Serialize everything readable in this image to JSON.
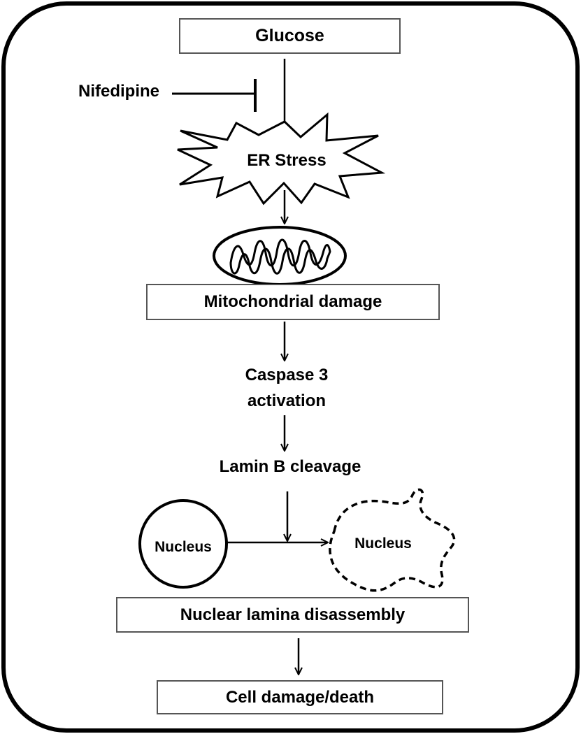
{
  "nodes": {
    "glucose": "Glucose",
    "nifedipine": "Nifedipine",
    "er_stress": "ER Stress",
    "mitochondrial_damage": "Mitochondrial damage",
    "caspase_line1": "Caspase 3",
    "caspase_line2": "activation",
    "lamin_b": "Lamin B cleavage",
    "nucleus_intact": "Nucleus",
    "nucleus_disrupted": "Nucleus",
    "nuclear_lamina": "Nuclear lamina disassembly",
    "cell_damage": "Cell damage/death"
  },
  "colors": {
    "stroke": "#000000",
    "box_border": "#555555",
    "text": "#000000",
    "background": "#ffffff"
  }
}
